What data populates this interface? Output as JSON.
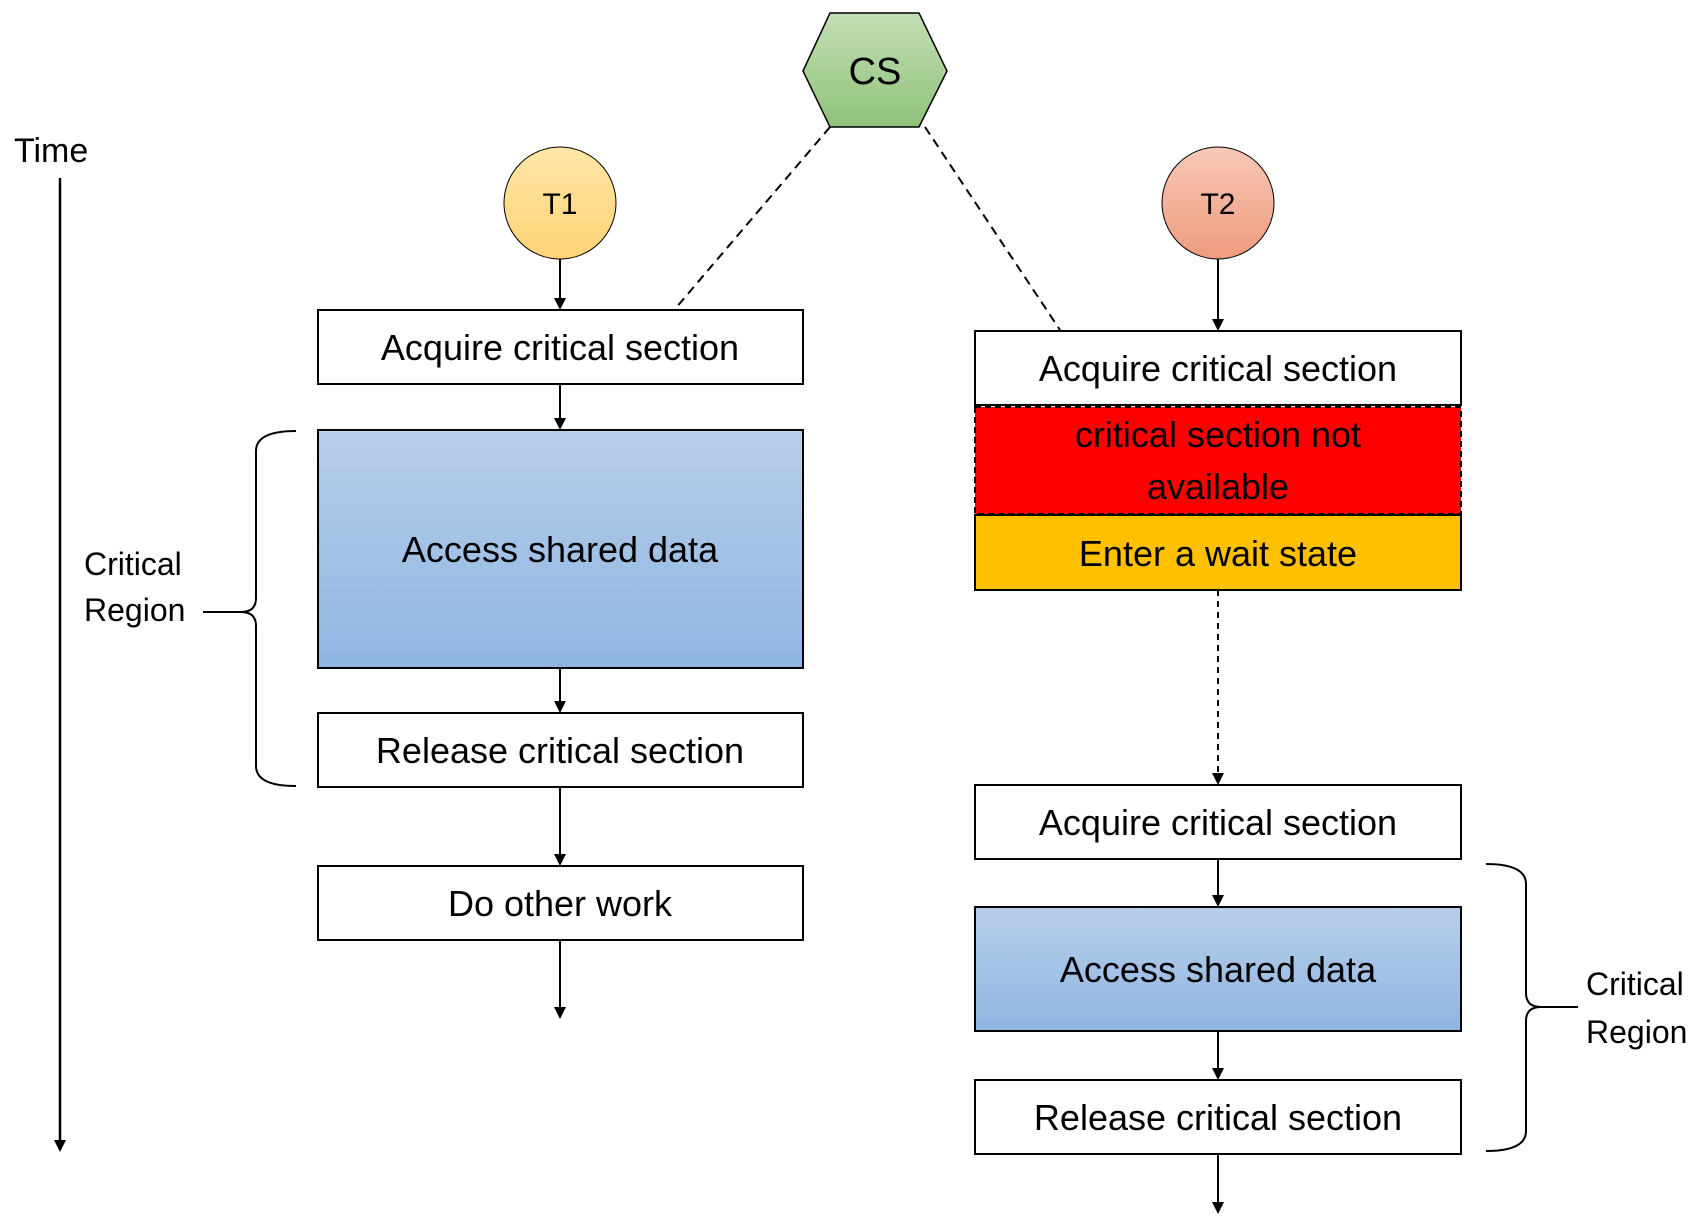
{
  "time_axis": {
    "label": "Time"
  },
  "cs_node": {
    "label": "CS"
  },
  "threads": {
    "t1": {
      "label": "T1",
      "acquire_label": "Acquire critical section",
      "access_label": "Access shared data",
      "release_label": "Release critical section",
      "other_work_label": "Do other work",
      "region_label_line1": "Critical",
      "region_label_line2": "Region"
    },
    "t2": {
      "label": "T2",
      "acquire_label": "Acquire critical section",
      "not_available_line1": "critical section not",
      "not_available_line2": "available",
      "wait_label": "Enter a wait state",
      "acquire_again_label": "Acquire critical section",
      "access_label": "Access shared data",
      "release_label": "Release critical section",
      "region_label_line1": "Critical",
      "region_label_line2": "Region"
    }
  },
  "colors": {
    "cs_fill_top": "#c3dfb5",
    "cs_fill_bottom": "#8fc27a",
    "t1_fill_top": "#ffe6a6",
    "t1_fill_bottom": "#ffd276",
    "t2_fill_top": "#f8c9b8",
    "t2_fill_bottom": "#ef9a7d",
    "access_fill_top": "#b7cfea",
    "access_fill_bottom": "#8fb5e2",
    "not_available": "#ff0000",
    "wait_state": "#ffc000",
    "stroke": "#000000"
  }
}
